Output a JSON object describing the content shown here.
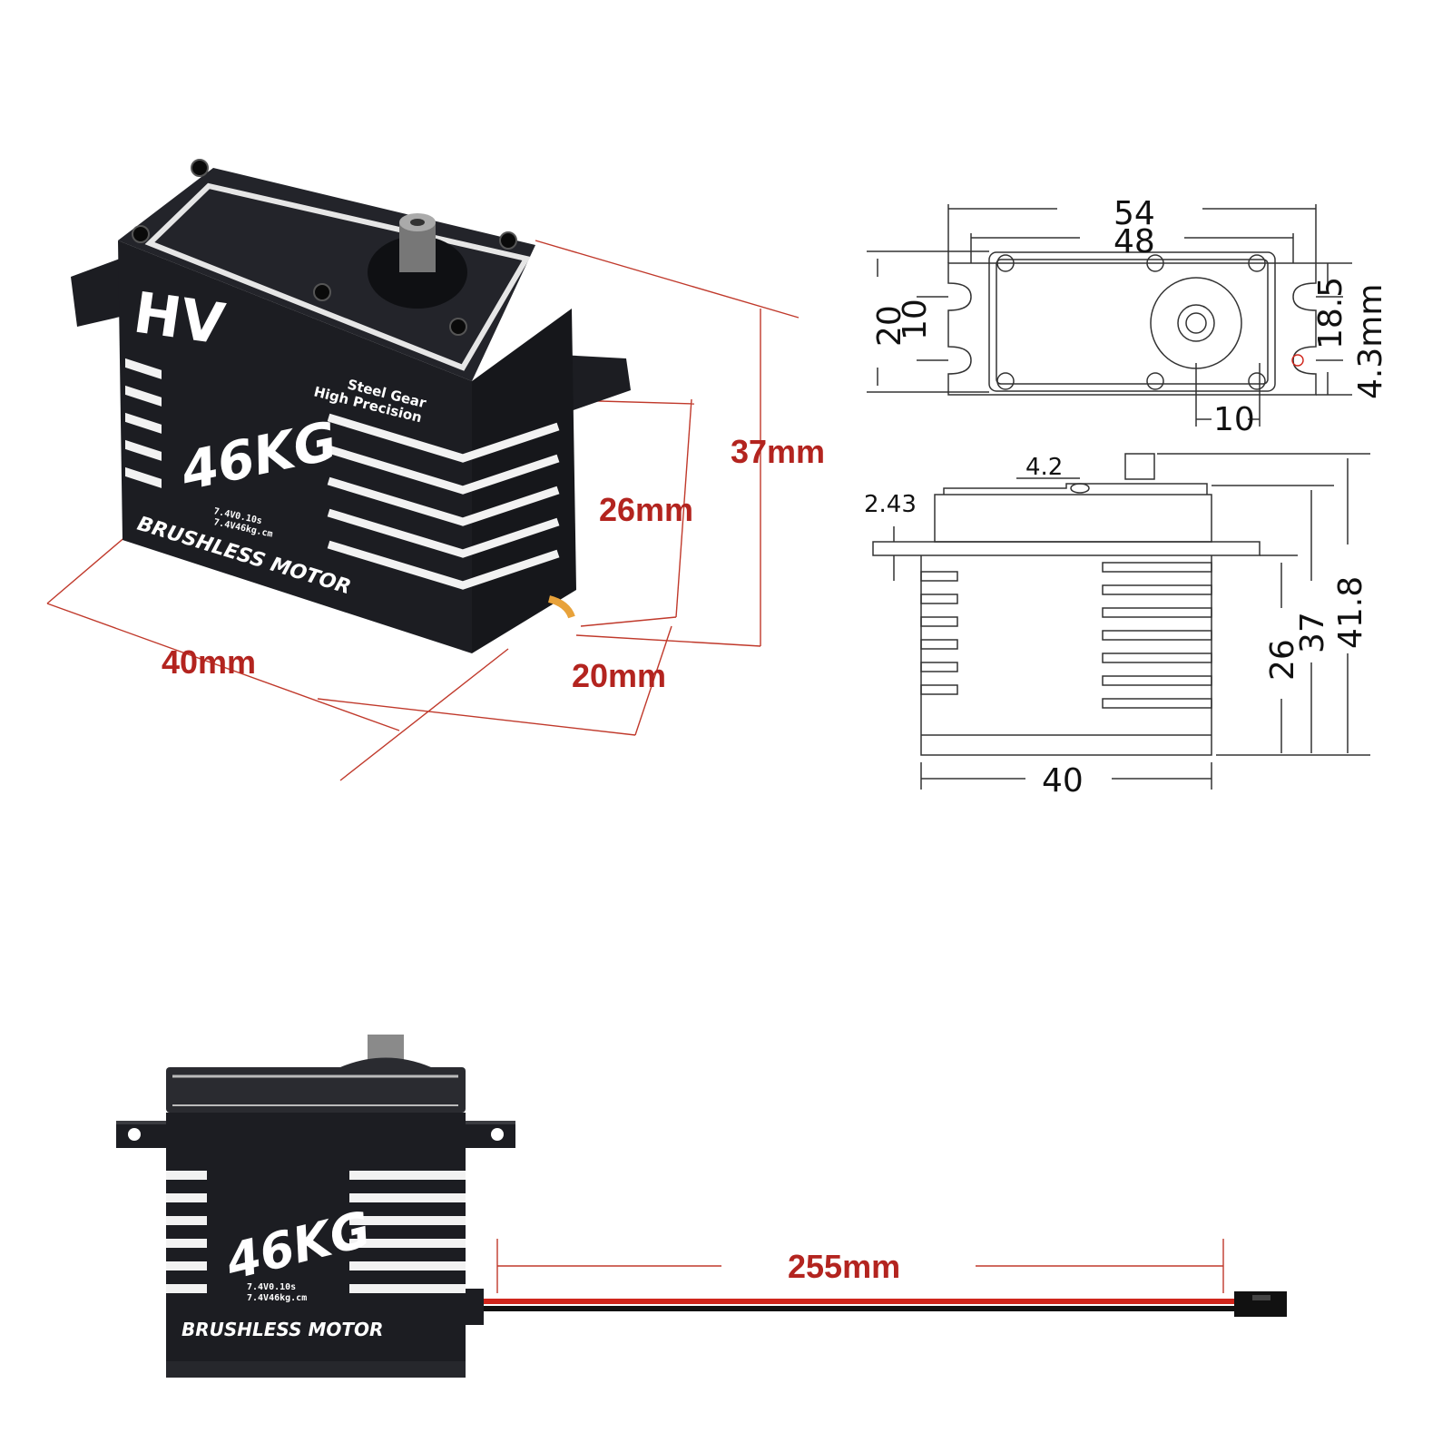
{
  "colors": {
    "dimension_red": "#b3241f",
    "servo_body": "#1c1d22",
    "stripe": "#f2f2f2",
    "drawing_line": "#333333",
    "wire_red": "#d0251b",
    "wire_black": "#111111"
  },
  "iso_view": {
    "logo": "HV",
    "label_steel_gear": "Steel Gear",
    "label_high_precision": "High Precision",
    "model": "46KG",
    "spec_speed": "7.4V0.10s",
    "spec_torque": "7.4V46kg.cm",
    "brand_line": "BRUSHLESS MOTOR",
    "dim_height_total": "37mm",
    "dim_height_body": "26mm",
    "dim_length": "40mm",
    "dim_width": "20mm"
  },
  "top_view": {
    "dim_overall_length": "54",
    "dim_hole_spacing": "48",
    "dim_width": "20",
    "dim_hole_offset": "10",
    "dim_hole_pitch": "18.5",
    "dim_hole_diameter": "4.3mm",
    "dim_shaft_offset": "10"
  },
  "side_view": {
    "dim_spline_offset": "4.2",
    "dim_tab_thickness": "2.43",
    "dim_body_lower": "26",
    "dim_body_height": "37",
    "dim_total_height": "41.8",
    "dim_length": "40"
  },
  "cable_view": {
    "model": "46KG",
    "spec_speed": "7.4V0.10s",
    "spec_torque": "7.4V46kg.cm",
    "brand_line": "BRUSHLESS MOTOR",
    "dim_cable_length": "255mm"
  }
}
